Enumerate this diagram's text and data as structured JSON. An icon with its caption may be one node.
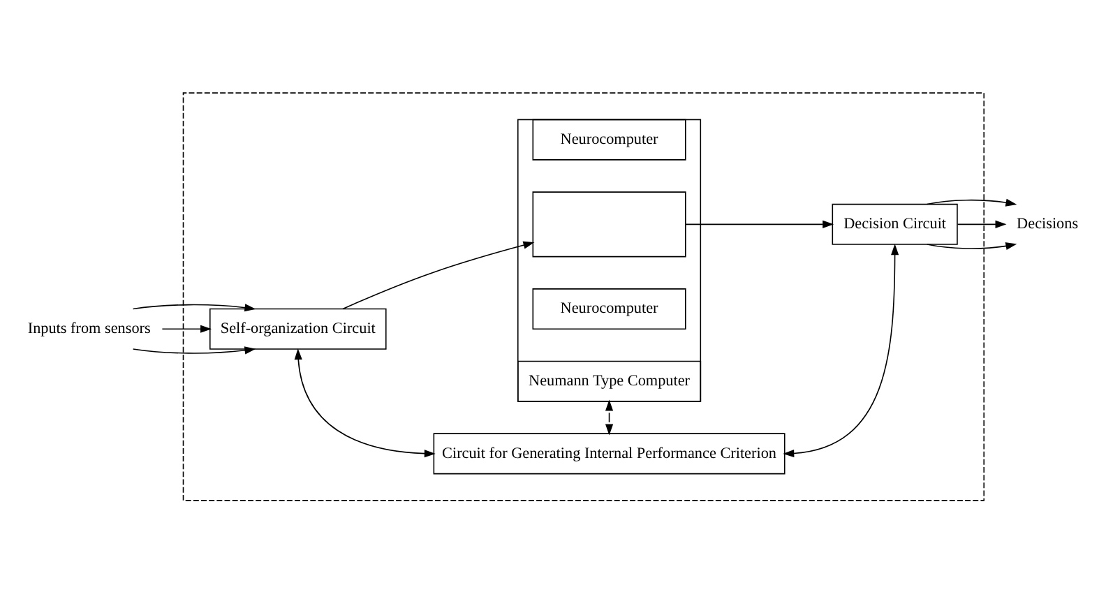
{
  "diagram": {
    "nodes": [
      {
        "text": [],
        "shape": "box"
      },
      {
        "text": [
          "Inputs from sensors"
        ]
      },
      {
        "text": [
          "Self-organization Circuit"
        ],
        "in": 0
      },
      {
        "text": [],
        "shape": "box",
        "in": 0
      },
      {
        "text": [
          "Neurocomputer"
        ],
        "in": 3
      },
      {
        "text": [],
        "shape": "box",
        "in": 3
      },
      {
        "text": [
          "Neurocomputer"
        ],
        "in": 3
      },
      {
        "text": [
          "Neumann Type Computer"
        ],
        "in": 3
      },
      {
        "text": [
          "Decision Circuit"
        ],
        "in": 0
      },
      {
        "text": [
          "Decisions"
        ]
      },
      {
        "text": [
          "Circuit for Generating Internal Performance Criterion"
        ],
        "in": 0
      }
    ],
    "edges": [
      {
        "from": 1,
        "to": 2,
        "arrow": "to"
      },
      {
        "from": 1,
        "to": 2,
        "arrow": "to"
      },
      {
        "from": 1,
        "to": 2,
        "arrow": "to"
      },
      {
        "from": 2,
        "to": 5,
        "arrow": "to"
      },
      {
        "from": 5,
        "to": 8,
        "arrow": "to"
      },
      {
        "from": 8,
        "to": 9,
        "arrow": "to"
      },
      {
        "from": 8,
        "to": 9,
        "arrow": "to"
      },
      {
        "from": 8,
        "to": 9,
        "arrow": "to"
      },
      {
        "from": 2,
        "to": 10,
        "arrow": "both"
      },
      {
        "from": 7,
        "to": 10,
        "arrow": "both"
      },
      {
        "from": 8,
        "to": 10,
        "arrow": "both"
      }
    ]
  }
}
